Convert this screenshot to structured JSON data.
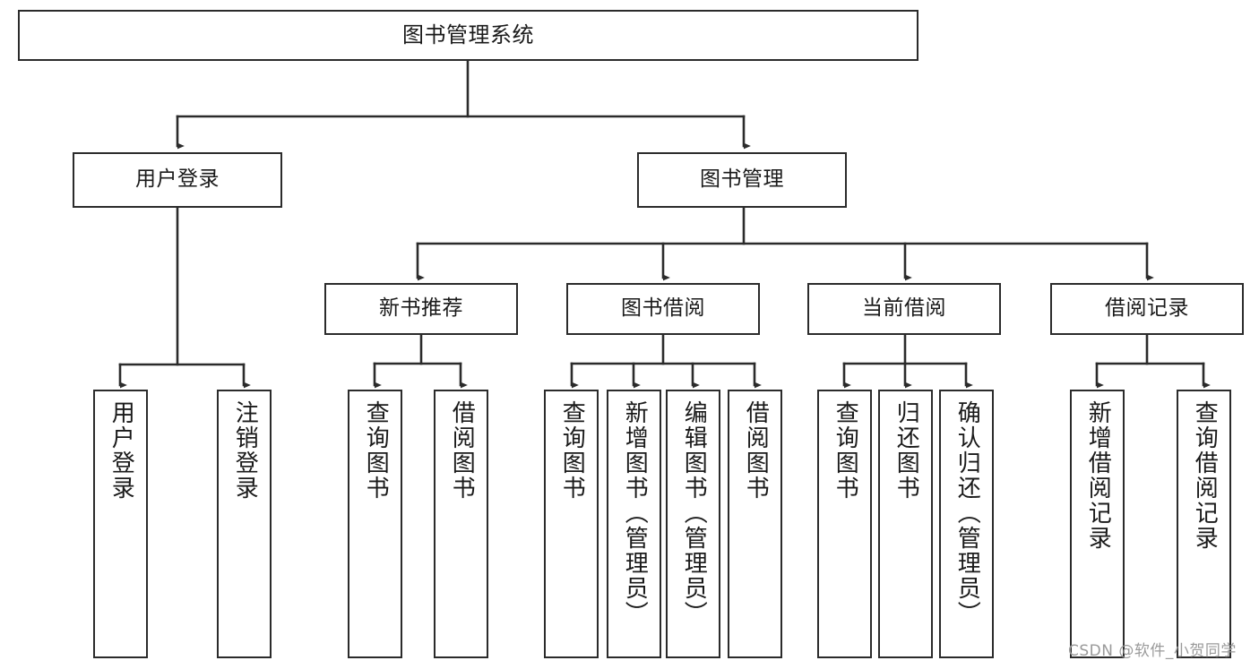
{
  "diagram": {
    "title": "图书管理系统",
    "type": "tree-hierarchy-diagram",
    "stroke_color": "#2b2b2b",
    "fill_color": "#ffffff",
    "text_color": "#1a1a1a"
  },
  "watermark": {
    "text": "CSDN @软件_小贺同学",
    "color": "#9a9a9a"
  },
  "nodes": {
    "root": {
      "label": "图书管理系统"
    },
    "level2": [
      {
        "id": "user-login",
        "label": "用户登录"
      },
      {
        "id": "book-management",
        "label": "图书管理"
      }
    ],
    "level3": [
      {
        "id": "new-book-recommend",
        "label": "新书推荐"
      },
      {
        "id": "book-borrow",
        "label": "图书借阅"
      },
      {
        "id": "current-borrow",
        "label": "当前借阅"
      },
      {
        "id": "borrow-record",
        "label": "借阅记录"
      }
    ],
    "leaves": {
      "user_login": [
        {
          "id": "leaf-user-login",
          "label": "用户登录"
        },
        {
          "id": "leaf-logout",
          "label": "注销登录"
        }
      ],
      "new_book_recommend": [
        {
          "id": "leaf-query-book-1",
          "label": "查询图书"
        },
        {
          "id": "leaf-borrow-book-1",
          "label": "借阅图书"
        }
      ],
      "book_borrow": [
        {
          "id": "leaf-query-book-2",
          "label": "查询图书"
        },
        {
          "id": "leaf-add-book",
          "label": "新增图书（管理员）"
        },
        {
          "id": "leaf-edit-book",
          "label": "编辑图书（管理员）"
        },
        {
          "id": "leaf-borrow-book-2",
          "label": "借阅图书"
        }
      ],
      "current_borrow": [
        {
          "id": "leaf-query-book-3",
          "label": "查询图书"
        },
        {
          "id": "leaf-return-book",
          "label": "归还图书"
        },
        {
          "id": "leaf-confirm-return",
          "label": "确认归还（管理员）"
        }
      ],
      "borrow_record": [
        {
          "id": "leaf-add-record",
          "label": "新增借阅记录"
        },
        {
          "id": "leaf-query-record",
          "label": "查询借阅记录"
        }
      ]
    }
  },
  "chart_data": {
    "type": "table",
    "title": "图书管理系统",
    "tree": [
      {
        "label": "图书管理系统",
        "children": [
          {
            "label": "用户登录",
            "children": [
              {
                "label": "用户登录"
              },
              {
                "label": "注销登录"
              }
            ]
          },
          {
            "label": "图书管理",
            "children": [
              {
                "label": "新书推荐",
                "children": [
                  {
                    "label": "查询图书"
                  },
                  {
                    "label": "借阅图书"
                  }
                ]
              },
              {
                "label": "图书借阅",
                "children": [
                  {
                    "label": "查询图书"
                  },
                  {
                    "label": "新增图书（管理员）"
                  },
                  {
                    "label": "编辑图书（管理员）"
                  },
                  {
                    "label": "借阅图书"
                  }
                ]
              },
              {
                "label": "当前借阅",
                "children": [
                  {
                    "label": "查询图书"
                  },
                  {
                    "label": "归还图书"
                  },
                  {
                    "label": "确认归还（管理员）"
                  }
                ]
              },
              {
                "label": "借阅记录",
                "children": [
                  {
                    "label": "新增借阅记录"
                  },
                  {
                    "label": "查询借阅记录"
                  }
                ]
              }
            ]
          }
        ]
      }
    ]
  }
}
